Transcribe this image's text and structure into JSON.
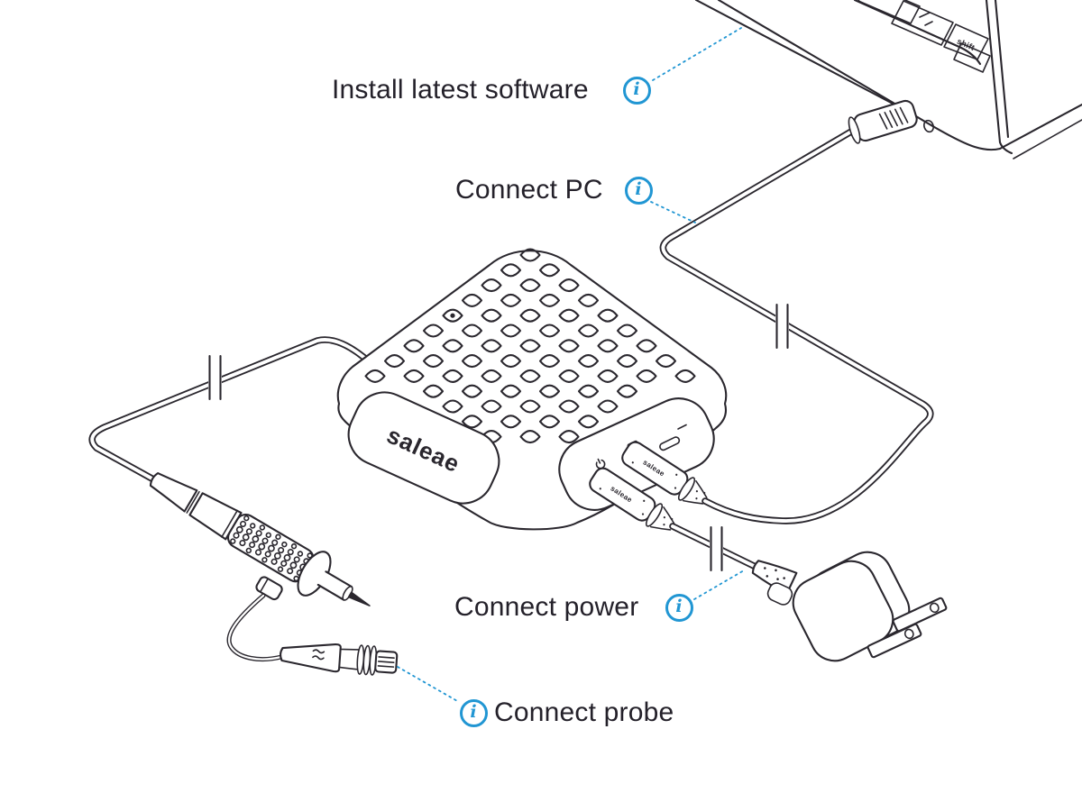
{
  "colors": {
    "line": "#2a272e",
    "text": "#24212a",
    "accent_blue": "#2196d3",
    "background": "#ffffff"
  },
  "labels": {
    "install_software": "Install latest software",
    "connect_pc": "Connect PC",
    "connect_power": "Connect power",
    "connect_probe": "Connect probe"
  },
  "info_icon": {
    "glyph": "i"
  },
  "device": {
    "brand": "saleae",
    "connector_print": "saleae"
  },
  "laptop": {
    "shift_key": "shift"
  }
}
